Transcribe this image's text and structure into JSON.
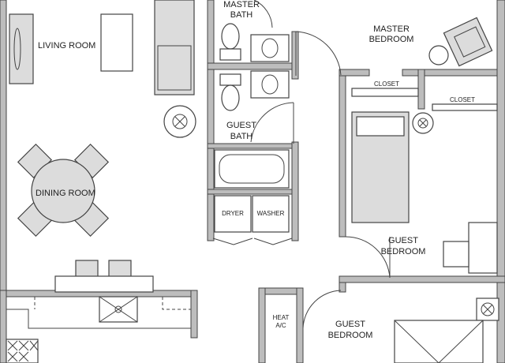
{
  "rooms": {
    "living_room": "LIVING ROOM",
    "dining_room": "DINING ROOM",
    "master_bath_line1": "MASTER",
    "master_bath_line2": "BATH",
    "master_bedroom_line1": "MASTER",
    "master_bedroom_line2": "BEDROOM",
    "closet_1": "CLOSET",
    "closet_2": "CLOSET",
    "guest_bath_line1": "GUEST",
    "guest_bath_line2": "BATH",
    "dryer": "DRYER",
    "washer": "WASHER",
    "guest_bedroom_1_line1": "GUEST",
    "guest_bedroom_1_line2": "BEDROOM",
    "heat_line1": "HEAT",
    "heat_line2": "A/C",
    "guest_bedroom_2_line1": "GUEST",
    "guest_bedroom_2_line2": "BEDROOM"
  },
  "colors": {
    "wall": "#bdbdbd",
    "line": "#444444",
    "furniture_fill": "#dcdcdc"
  }
}
